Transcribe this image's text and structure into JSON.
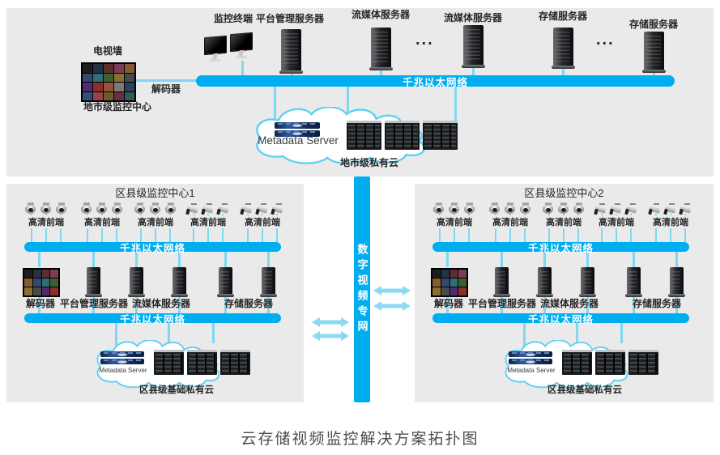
{
  "caption": "云存储视频监控解决方案拓扑图",
  "colors": {
    "panel_bg": "#eaeaea",
    "network_bar": "#00aeef",
    "connector_line": "#7ed8f4",
    "arrow": "#8bd9f3",
    "cloud_stroke": "#5ed0f4",
    "bar_text": "#ffffff"
  },
  "city": {
    "label_tv_wall": "电视墙",
    "label_decoder": "解码器",
    "label_center": "地市级监控中心",
    "label_terminal": "监控终端",
    "label_platform": "平台管理服务器",
    "label_stream_1": "流媒体服务器",
    "label_stream_2": "流媒体服务器",
    "label_storage_1": "存储服务器",
    "label_storage_2": "存储服务器",
    "ellipsis_1": "...",
    "ellipsis_2": "...",
    "network_label": "千兆以太网络",
    "metadata_server": "Metadata Server",
    "cloud_label": "地市级私有云"
  },
  "backbone_label": "数字视频专网",
  "districts": [
    {
      "title": "区县级监控中心1",
      "camera_label": "高清前端",
      "network_label_top": "千兆以太网络",
      "network_label_bottom": "千兆以太网络",
      "label_decoder": "解码器",
      "label_platform": "平台管理服务器",
      "label_stream": "流媒体服务器",
      "label_storage": "存储服务器",
      "metadata_server": "Metadata Server",
      "cloud_label": "区县级基础私有云"
    },
    {
      "title": "区县级监控中心2",
      "camera_label": "高清前端",
      "network_label_top": "千兆以太网络",
      "network_label_bottom": "千兆以太网络",
      "label_decoder": "解码器",
      "label_platform": "平台管理服务器",
      "label_stream": "流媒体服务器",
      "label_storage": "存储服务器",
      "metadata_server": "Metadata Server",
      "cloud_label": "区县级基础私有云"
    }
  ]
}
